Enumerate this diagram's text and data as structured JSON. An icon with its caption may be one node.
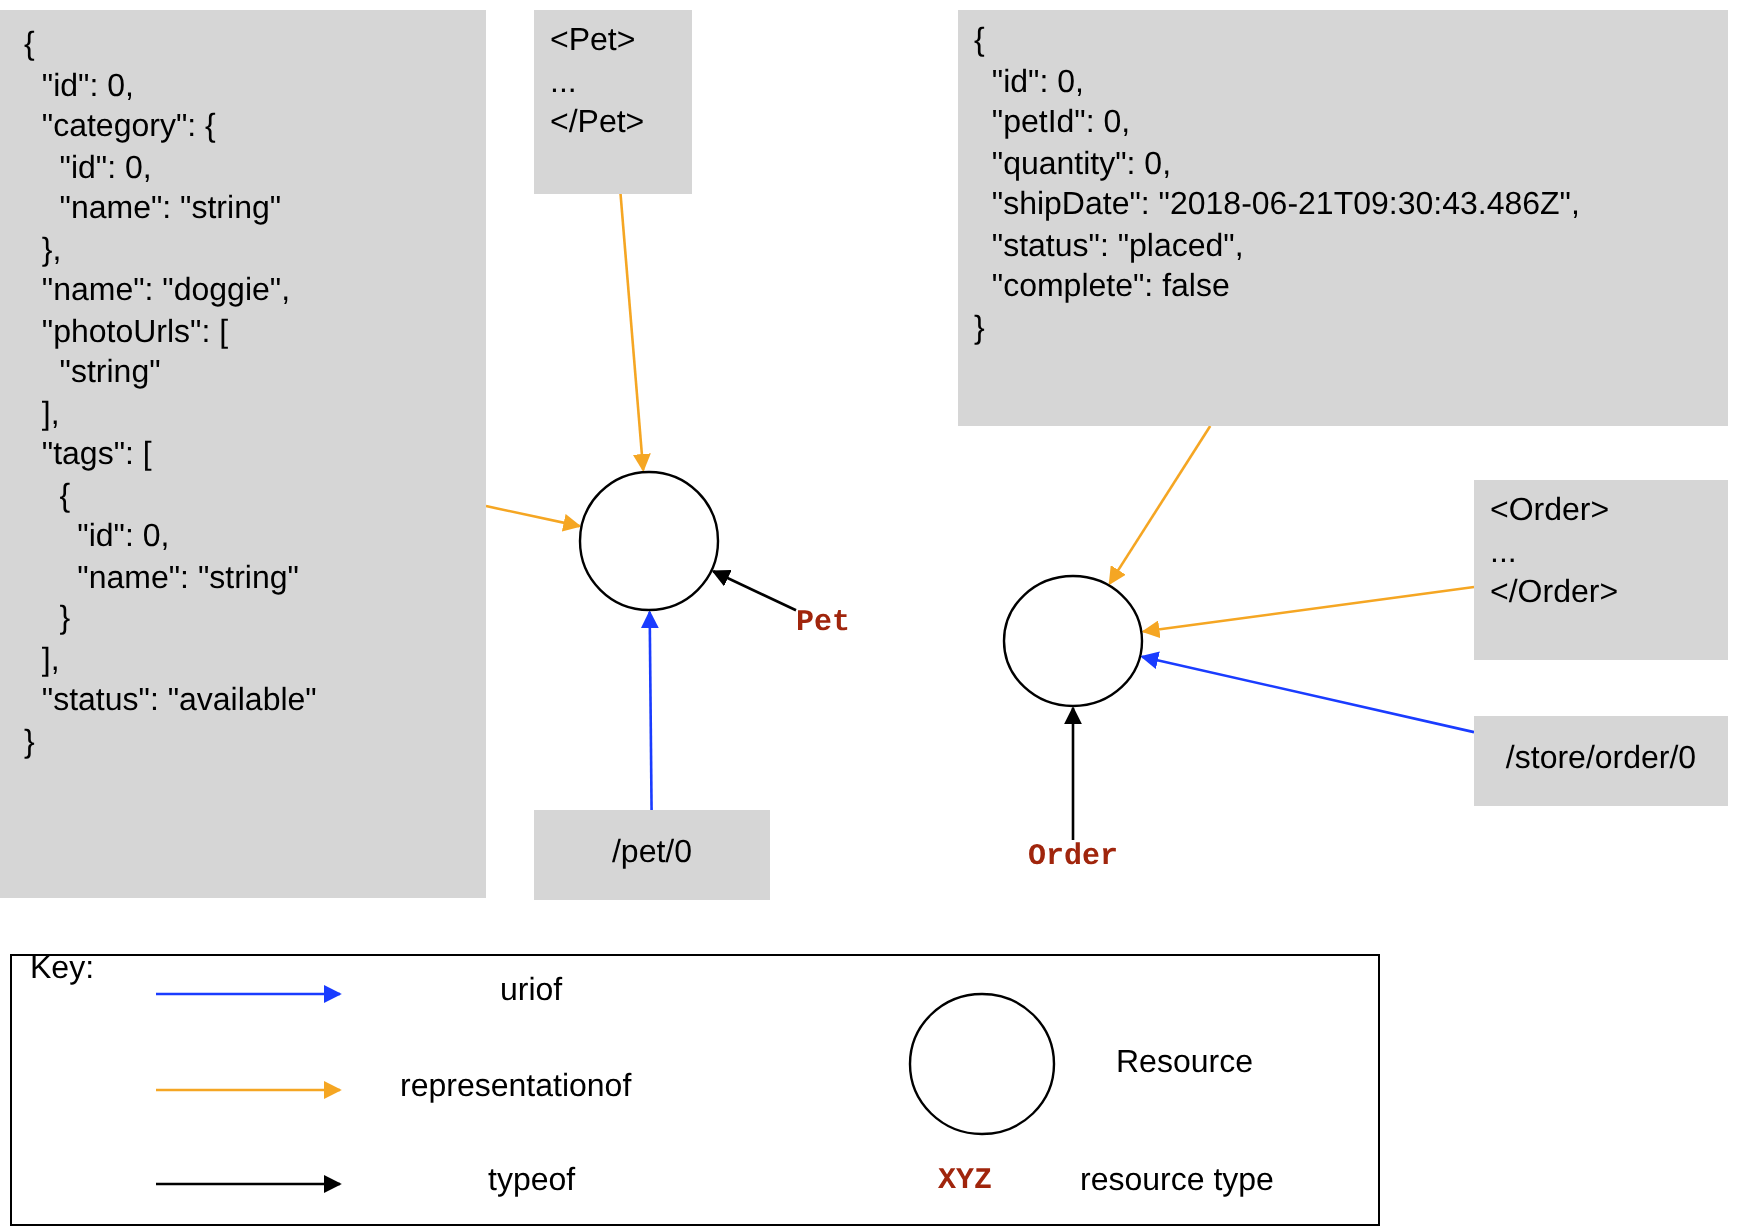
{
  "diagram": {
    "nodes": [
      {
        "text": [
          "{",
          "  \"id\": 0,",
          "  \"category\": {",
          "    \"id\": 0,",
          "    \"name\": \"string\"",
          "  },",
          "  \"name\": \"doggie\",",
          "  \"photoUrls\": [",
          "    \"string\"",
          "  ],",
          "  \"tags\": [",
          "    {",
          "      \"id\": 0,",
          "      \"name\": \"string\"",
          "    }",
          "  ],",
          "  \"status\": \"available\"",
          "}"
        ]
      },
      {
        "text": [
          "<Pet>",
          "...",
          "</Pet>"
        ]
      },
      {
        "text": [],
        "shape": "circle"
      },
      {
        "text": [
          "Pet"
        ]
      },
      {
        "text": [
          "/pet/0"
        ]
      },
      {
        "text": [
          "{",
          "  \"id\": 0,",
          "  \"petId\": 0,",
          "  \"quantity\": 0,",
          "  \"shipDate\": \"2018-06-21T09:30:43.486Z\",",
          "  \"status\": \"placed\",",
          "  \"complete\": false",
          "}"
        ]
      },
      {
        "text": [],
        "shape": "circle"
      },
      {
        "text": [
          "<Order>",
          "...",
          "</Order>"
        ]
      },
      {
        "text": [
          "/store/order/0"
        ]
      },
      {
        "text": [
          "Order"
        ]
      }
    ],
    "edges": [
      {
        "from": 0,
        "to": 2,
        "arrow": "to"
      },
      {
        "from": 1,
        "to": 2,
        "arrow": "to"
      },
      {
        "from": 3,
        "to": 2,
        "arrow": "to",
        "color": "#000000"
      },
      {
        "from": 4,
        "to": 2,
        "arrow": "to",
        "color": "#1a3cff"
      },
      {
        "from": 5,
        "to": 6,
        "arrow": "to"
      },
      {
        "from": 7,
        "to": 6,
        "arrow": "to"
      },
      {
        "from": 8,
        "to": 6,
        "arrow": "to",
        "color": "#1a3cff"
      },
      {
        "from": 9,
        "to": 6,
        "arrow": "to",
        "color": "#000000"
      }
    ],
    "labels": [
      "Key:",
      "XYZ"
    ],
    "legend": [
      {
        "text": "uriof"
      },
      {
        "text": "representationof"
      },
      {
        "text": "typeof"
      },
      {
        "text": "Resource"
      },
      {
        "text": "resource type"
      }
    ]
  }
}
